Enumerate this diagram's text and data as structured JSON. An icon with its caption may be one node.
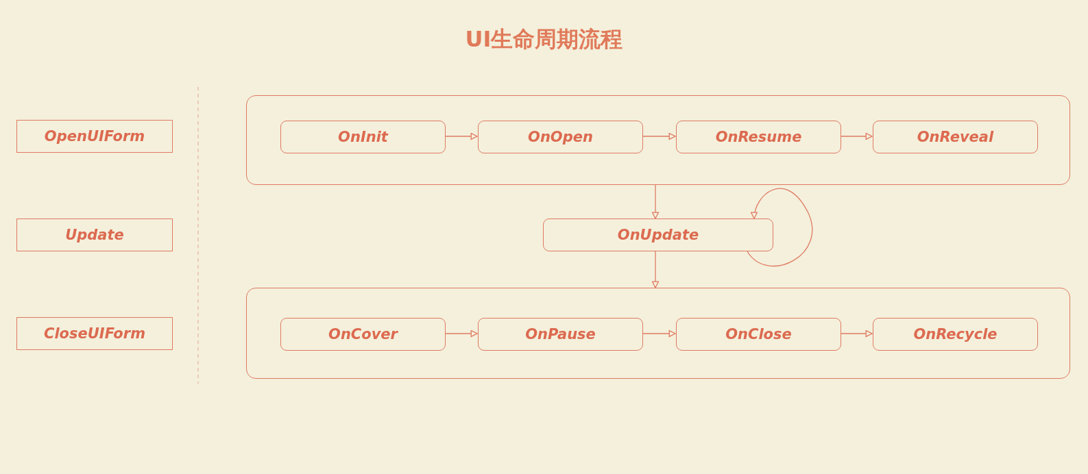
{
  "diagram": {
    "title": "UI生命周期流程",
    "nodes": [
      {
        "text": [
          "OpenUIForm"
        ]
      },
      {
        "text": [
          "Update"
        ]
      },
      {
        "text": [
          "CloseUIForm"
        ]
      },
      {
        "text": [],
        "shape": "box"
      },
      {
        "text": [
          "OnInit"
        ],
        "in": 3
      },
      {
        "text": [
          "OnOpen"
        ],
        "in": 3
      },
      {
        "text": [
          "OnResume"
        ],
        "in": 3
      },
      {
        "text": [
          "OnReveal"
        ],
        "in": 3
      },
      {
        "text": [
          "OnUpdate"
        ]
      },
      {
        "text": [],
        "shape": "box"
      },
      {
        "text": [
          "OnCover"
        ],
        "in": 9
      },
      {
        "text": [
          "OnPause"
        ],
        "in": 9
      },
      {
        "text": [
          "OnClose"
        ],
        "in": 9
      },
      {
        "text": [
          "OnRecycle"
        ],
        "in": 9
      }
    ],
    "edges": [
      {
        "from": 4,
        "to": 5,
        "arrow": "to"
      },
      {
        "from": 5,
        "to": 6,
        "arrow": "to"
      },
      {
        "from": 6,
        "to": 7,
        "arrow": "to"
      },
      {
        "from": 3,
        "to": 8,
        "arrow": "to"
      },
      {
        "from": 8,
        "to": 8,
        "arrow": "to"
      },
      {
        "from": 8,
        "to": 9,
        "arrow": "to"
      },
      {
        "from": 10,
        "to": 11,
        "arrow": "to"
      },
      {
        "from": 11,
        "to": 12,
        "arrow": "to"
      },
      {
        "from": 12,
        "to": 13,
        "arrow": "to"
      }
    ]
  }
}
